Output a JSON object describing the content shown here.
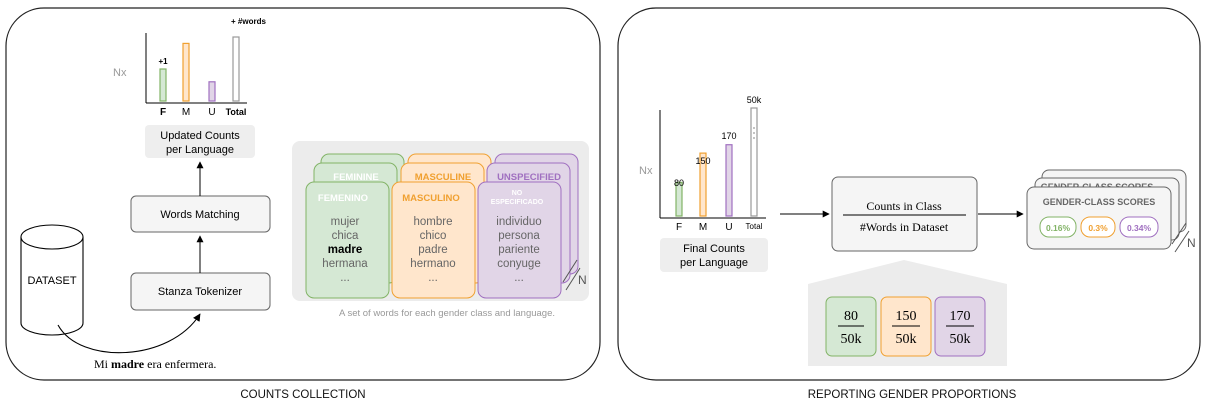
{
  "colors": {
    "feminine_border": "#82b366",
    "feminine_fill": "#d5e8d4",
    "masculine_border": "#f0a030",
    "masculine_fill": "#ffe6cc",
    "unspecified_border": "#a070c0",
    "unspecified_fill": "#e1d5e7",
    "total_border": "#999999",
    "box_fill": "#f5f5f5",
    "box_border": "#666666",
    "label_fill": "#eeeeee",
    "panel_border": "#222222"
  },
  "left_panel": {
    "caption": "COUNTS COLLECTION",
    "nx_label": "Nx",
    "plus_one": "+1",
    "plus_words": "+ #words",
    "bars": {
      "labels": [
        "F",
        "M",
        "U",
        "Total"
      ],
      "values": [
        0.5,
        0.9,
        0.3,
        1.0
      ]
    },
    "counts_label": [
      "Updated Counts",
      "per Language"
    ],
    "words_matching": "Words Matching",
    "stanza": "Stanza Tokenizer",
    "dataset": "DATASET",
    "sentence": {
      "pre": "Mi ",
      "bold": "madre",
      "post": " era enfermera."
    },
    "wordsets_caption": "A set of words for each gender class and language.",
    "n_label": "N",
    "cards": {
      "feminine": {
        "back_title": "FEMININE",
        "title": "FEMENINO",
        "words": [
          "mujer",
          "chica",
          "madre",
          "hermana",
          "..."
        ],
        "bold_index": 2
      },
      "masculine": {
        "back_title": "MASCULINE",
        "title": "MASCULINO",
        "words": [
          "hombre",
          "chico",
          "padre",
          "hermano",
          "..."
        ]
      },
      "unspecified": {
        "back_title": "UNSPECIFIED",
        "title_lines": [
          "NO",
          "ESPECIFICADO"
        ],
        "words": [
          "individuo",
          "persona",
          "pariente",
          "conyuge",
          "..."
        ]
      }
    }
  },
  "right_panel": {
    "caption": "REPORTING GENDER PROPORTIONS",
    "nx_label": "Nx",
    "bars": {
      "labels": [
        "F",
        "M",
        "U",
        "Total"
      ],
      "values": [
        80,
        150,
        170,
        50000
      ],
      "value_labels": [
        "80",
        "150",
        "170",
        "50k"
      ]
    },
    "counts_label": [
      "Final Counts",
      "per Language"
    ],
    "formula": {
      "numerator": "Counts in Class",
      "denominator": "#Words in Dataset"
    },
    "fractions": [
      {
        "num": "80",
        "den": "50k"
      },
      {
        "num": "150",
        "den": "50k"
      },
      {
        "num": "170",
        "den": "50k"
      }
    ],
    "scores": {
      "back_title": "GENDER-CLASS SCORES",
      "title": "GENDER-CLASS SCORES",
      "values": [
        "0.16%",
        "0.3%",
        "0.34%"
      ]
    },
    "n_label": "N"
  }
}
